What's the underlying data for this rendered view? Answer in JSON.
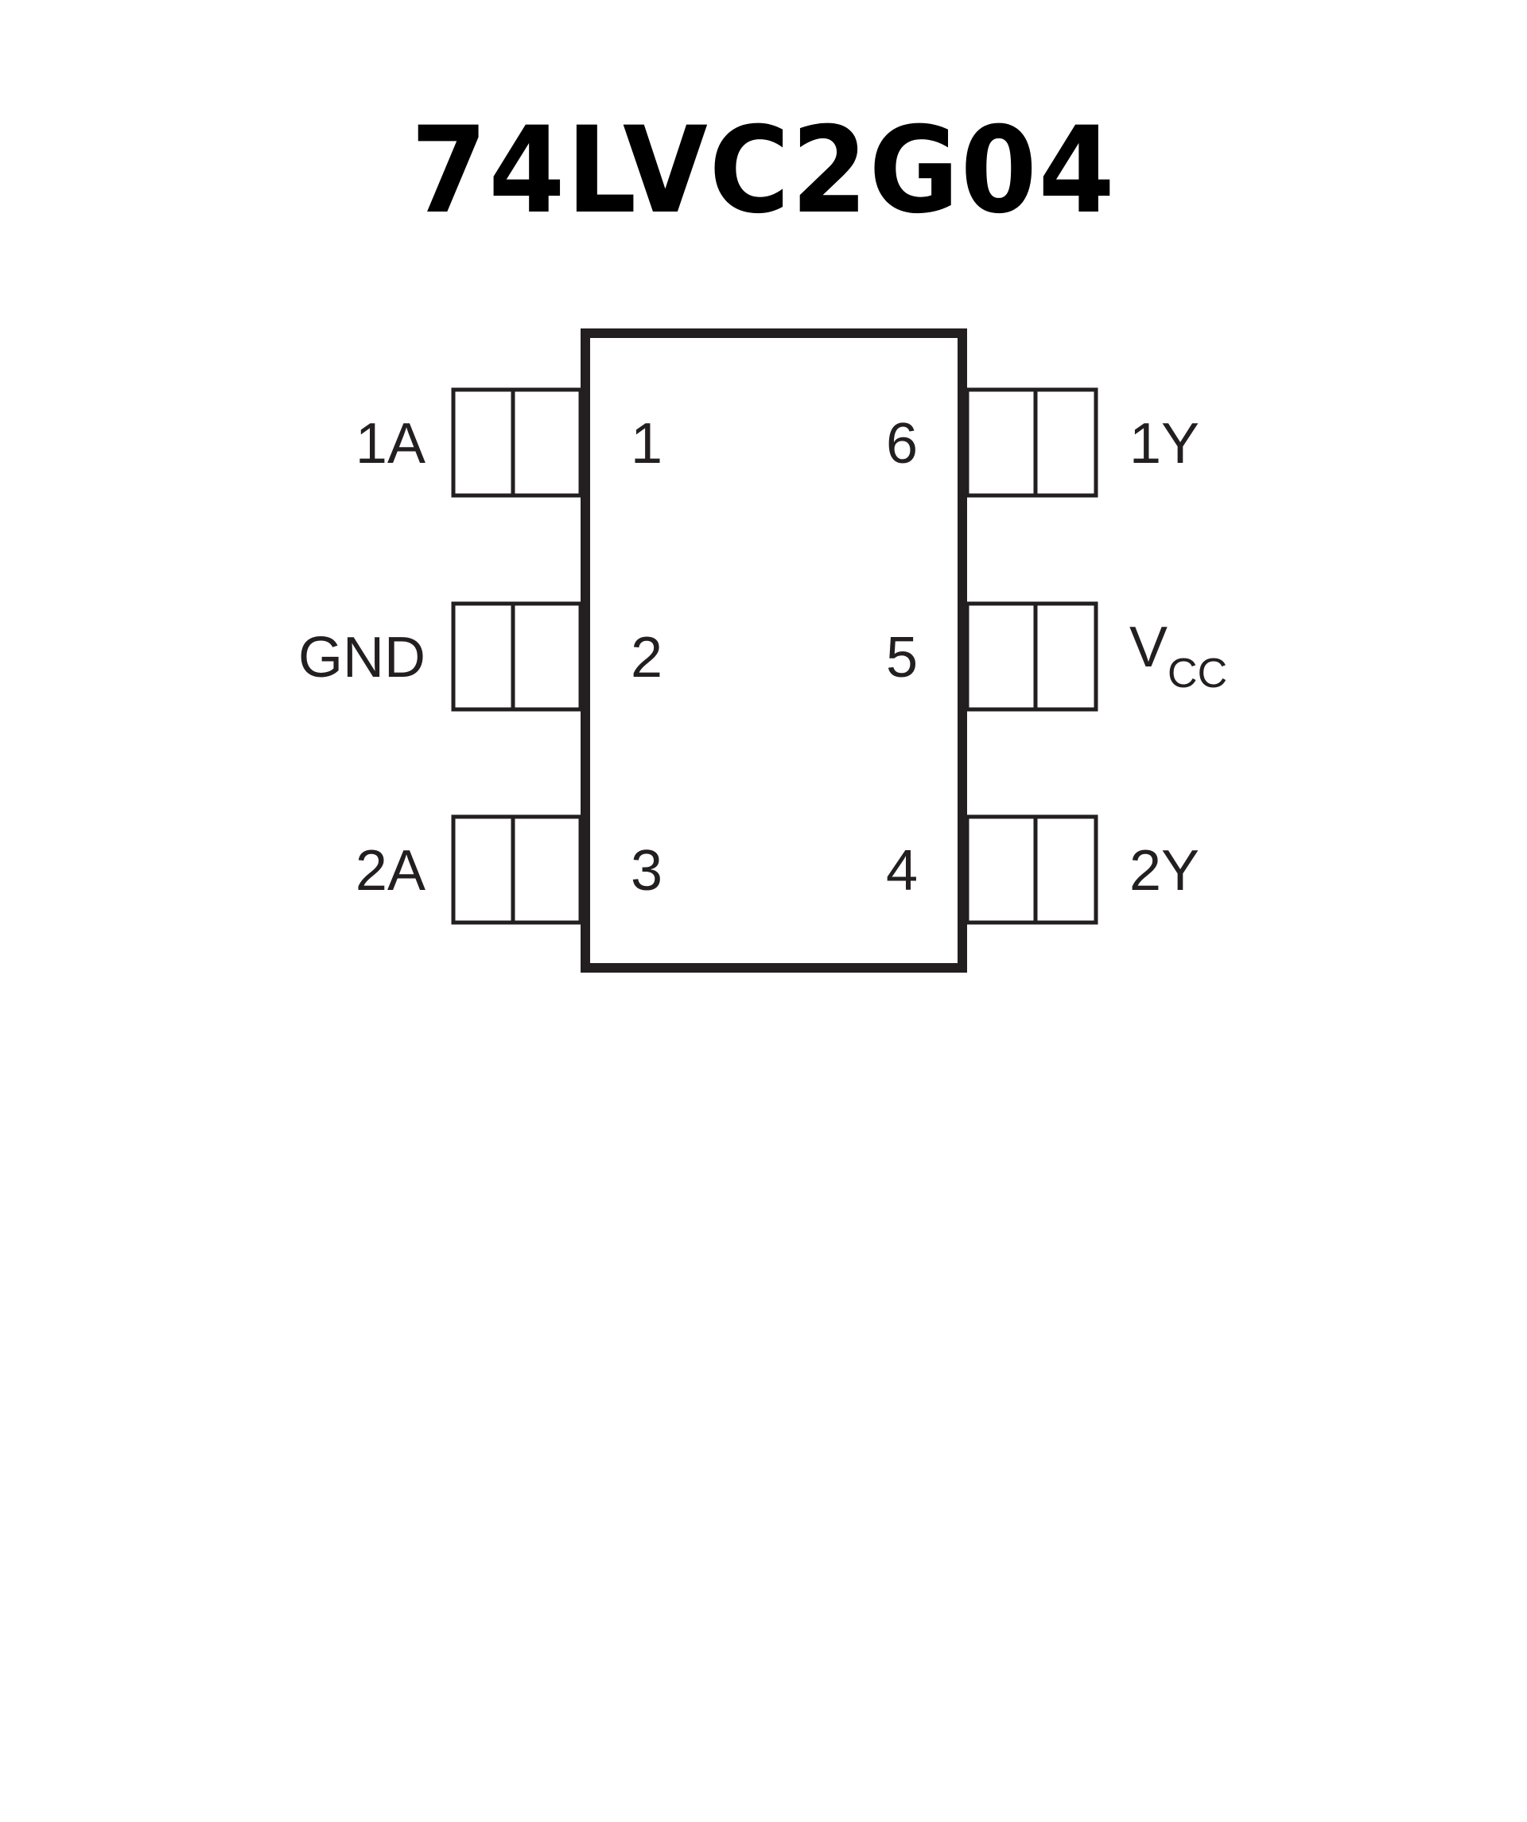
{
  "title": "74LVC2G04",
  "colors": {
    "line": "#231f20",
    "background": "#ffffff"
  },
  "pins": [
    {
      "number": "1",
      "name": "1A",
      "side": "left"
    },
    {
      "number": "2",
      "name": "GND",
      "side": "left"
    },
    {
      "number": "3",
      "name": "2A",
      "side": "left"
    },
    {
      "number": "6",
      "name": "1Y",
      "side": "right"
    },
    {
      "number": "5",
      "name": "V",
      "name_subscript": "CC",
      "side": "right"
    },
    {
      "number": "4",
      "name": "2Y",
      "side": "right"
    }
  ]
}
